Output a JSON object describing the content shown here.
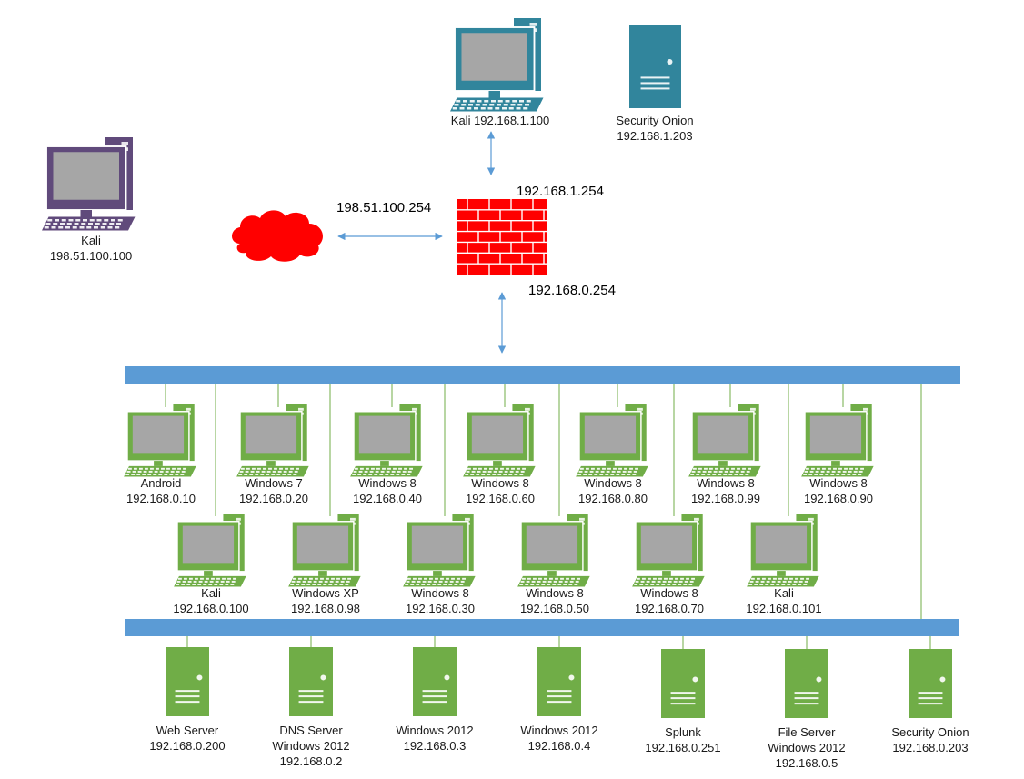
{
  "colors": {
    "green": "#70ad47",
    "green_dark": "#507e32",
    "blue_teal": "#31859c",
    "blue_teal_dark": "#215968",
    "purple": "#604a7b",
    "purple_dark": "#3f3151",
    "bus": "#5b9bd5",
    "firewall": "#ff0000",
    "cloud": "#ff0000",
    "connector": "#5b9bd5",
    "screen": "#a6a6a6"
  },
  "icons": {
    "workstation": "desktop-computer-icon",
    "server": "tower-server-icon",
    "firewall": "brick-firewall-icon",
    "internet": "cloud-icon"
  },
  "external": {
    "attacker": {
      "name": "Kali",
      "ip": "198.51.100.100"
    },
    "internet_ip": "198.51.100.254"
  },
  "dmz": {
    "kali": {
      "label": "Kali 192.168.1.100"
    },
    "security_onion": {
      "name": "Security Onion",
      "ip": "192.168.1.203"
    }
  },
  "firewall": {
    "ip_dmz": "192.168.1.254",
    "ip_lan": "192.168.0.254"
  },
  "workstations_row1": [
    {
      "name": "Android",
      "ip": "192.168.0.10"
    },
    {
      "name": "Windows 7",
      "ip": "192.168.0.20"
    },
    {
      "name": "Windows 8",
      "ip": "192.168.0.40"
    },
    {
      "name": "Windows 8",
      "ip": "192.168.0.60"
    },
    {
      "name": "Windows 8",
      "ip": "192.168.0.80"
    },
    {
      "name": "Windows 8",
      "ip": "192.168.0.99"
    },
    {
      "name": "Windows 8",
      "ip": "192.168.0.90"
    }
  ],
  "workstations_row2": [
    {
      "name": "Kali",
      "ip": "192.168.0.100"
    },
    {
      "name": "Windows XP",
      "ip": "192.168.0.98"
    },
    {
      "name": "Windows 8",
      "ip": "192.168.0.30"
    },
    {
      "name": "Windows 8",
      "ip": "192.168.0.50"
    },
    {
      "name": "Windows 8",
      "ip": "192.168.0.70"
    },
    {
      "name": "Kali",
      "ip": "192.168.0.101"
    }
  ],
  "servers": [
    {
      "lines": [
        "Web Server",
        "192.168.0.200"
      ]
    },
    {
      "lines": [
        "DNS Server",
        "Windows 2012",
        "192.168.0.2"
      ]
    },
    {
      "lines": [
        "Windows 2012",
        "192.168.0.3"
      ]
    },
    {
      "lines": [
        "Windows 2012",
        "192.168.0.4"
      ]
    },
    {
      "lines": [
        "Splunk",
        "192.168.0.251"
      ]
    },
    {
      "lines": [
        "File Server",
        "Windows 2012",
        "192.168.0.5"
      ]
    },
    {
      "lines": [
        "Security Onion",
        "192.168.0.203"
      ]
    }
  ]
}
